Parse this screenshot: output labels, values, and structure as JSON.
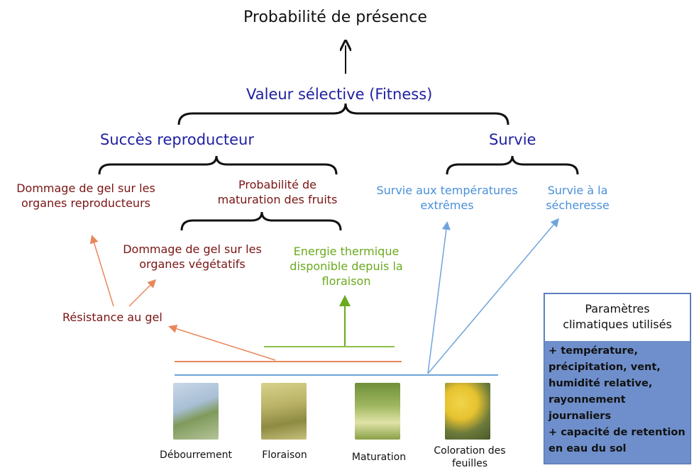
{
  "top_label": "Probabilité de présence",
  "fitness": "Valeur sélective (Fitness)",
  "reproductive_success": "Succès reproducteur",
  "survival": "Survie",
  "frost_damage_repro": [
    "Dommage de gel sur les",
    "organes reproducteurs"
  ],
  "fruit_maturation": [
    "Probabilité de",
    "maturation des fruits"
  ],
  "survival_extreme_temp": [
    "Survie aux températures",
    "extrêmes"
  ],
  "survival_drought": [
    "Survie à la",
    "sécheresse"
  ],
  "frost_damage_veg": [
    "Dommage de gel sur les",
    "organes végétatifs"
  ],
  "thermal_energy": [
    "Energie thermique",
    "disponible depuis la",
    "floraison"
  ],
  "frost_resistance": "Résistance au gel",
  "phenology": [
    {
      "label": "Débourrement",
      "image": "budburst-photo"
    },
    {
      "label": "Floraison",
      "image": "flowering-photo"
    },
    {
      "label": "Maturation",
      "image": "maturation-photo"
    },
    {
      "label": "Coloration des",
      "label2": "feuilles",
      "image": "leaf-coloration-photo"
    }
  ],
  "params": {
    "title": [
      "Paramètres",
      "climatiques utilisés"
    ],
    "lines": [
      "+ température,",
      "précipitation, vent,",
      "humidité relative,",
      "rayonnement",
      "journaliers",
      "+ capacité de retention",
      "en eau du sol"
    ]
  },
  "colors": {
    "dark_blue": "#1f1fa0",
    "dark_red": "#7a1414",
    "light_blue": "#4a90d9",
    "green": "#6aaa1e",
    "orange": "#e8875a",
    "box_fill": "#6e8fcb"
  }
}
